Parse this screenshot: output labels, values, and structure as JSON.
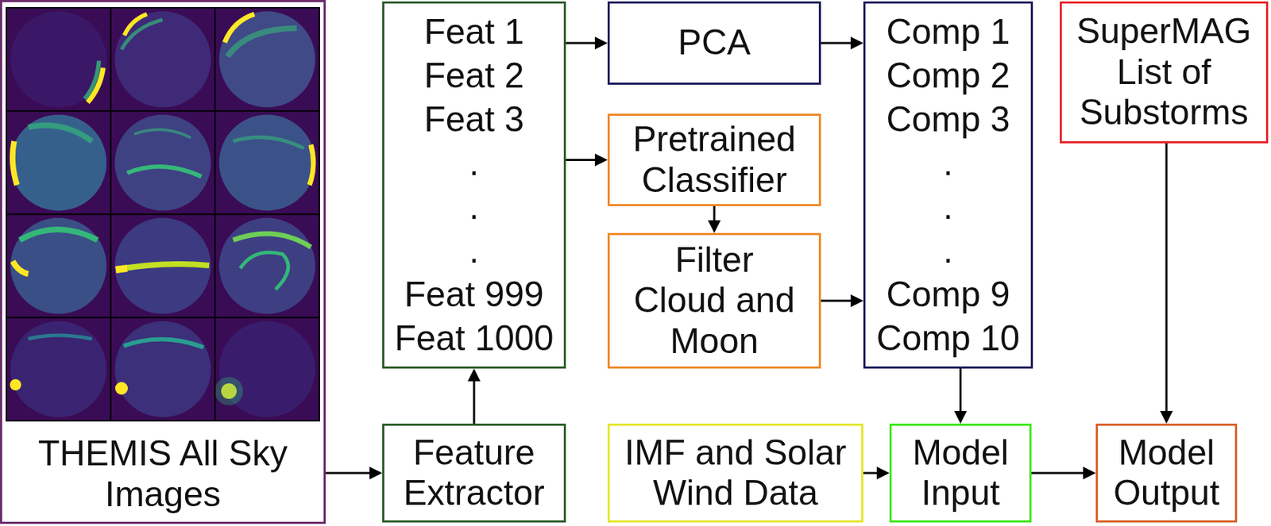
{
  "diagram": {
    "nodes": [
      {
        "text": [
          "THEMIS All Sky Images"
        ]
      },
      {
        "text": [
          "Feat 1",
          "Feat 2",
          "Feat 3",
          ".",
          ".",
          ".",
          "Feat 999",
          "Feat 1000"
        ]
      },
      {
        "text": [
          "PCA"
        ]
      },
      {
        "text": [
          "Comp 1",
          "Comp 2",
          "Comp 3",
          ".",
          ".",
          ".",
          "Comp 9",
          "Comp 10"
        ]
      },
      {
        "text": [
          "SuperMAG List of Substorms"
        ]
      },
      {
        "text": [
          "Pretrained Classifier"
        ]
      },
      {
        "text": [
          "Filter Cloud and Moon"
        ]
      },
      {
        "text": [
          "Feature Extractor"
        ]
      },
      {
        "text": [
          "IMF and Solar Wind Data"
        ]
      },
      {
        "text": [
          "Model Input"
        ]
      },
      {
        "text": [
          "Model Output"
        ]
      }
    ],
    "edges": [
      {
        "from": 0,
        "to": 7,
        "arrow": "to"
      },
      {
        "from": 7,
        "to": 1,
        "arrow": "to"
      },
      {
        "from": 1,
        "to": 2,
        "arrow": "to"
      },
      {
        "from": 1,
        "to": 5,
        "arrow": "to"
      },
      {
        "from": 2,
        "to": 3,
        "arrow": "to"
      },
      {
        "from": 5,
        "to": 6,
        "arrow": "to"
      },
      {
        "from": 6,
        "to": 3,
        "arrow": "to"
      },
      {
        "from": 3,
        "to": 9,
        "arrow": "to"
      },
      {
        "from": 8,
        "to": 9,
        "arrow": "to"
      },
      {
        "from": 9,
        "to": 10,
        "arrow": "to"
      },
      {
        "from": 4,
        "to": 10,
        "arrow": "to"
      }
    ]
  }
}
